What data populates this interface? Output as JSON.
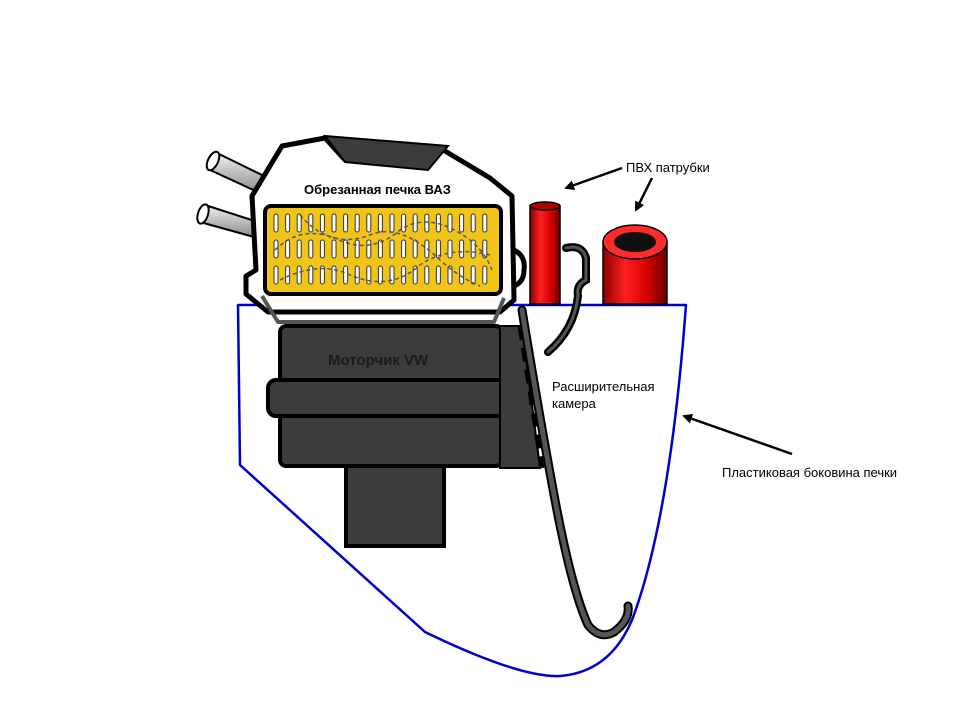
{
  "labels": {
    "heater_core": "Обрезанная печка ВАЗ",
    "pvc_pipes": "ПВХ патрубки",
    "motor": "Моторчик VW",
    "expansion_line1": "Расширительная",
    "expansion_line2": "камера",
    "side_panel": "Пластиковая боковина печки"
  },
  "colors": {
    "outline": "#0000cc",
    "core_fill": "#f0c419",
    "core_dash": "#555555",
    "motor_fill": "#3c3c3c",
    "pipe_red": "#e01010",
    "pipe_dark": "#8a0000",
    "metal": "#c8c8c8"
  }
}
